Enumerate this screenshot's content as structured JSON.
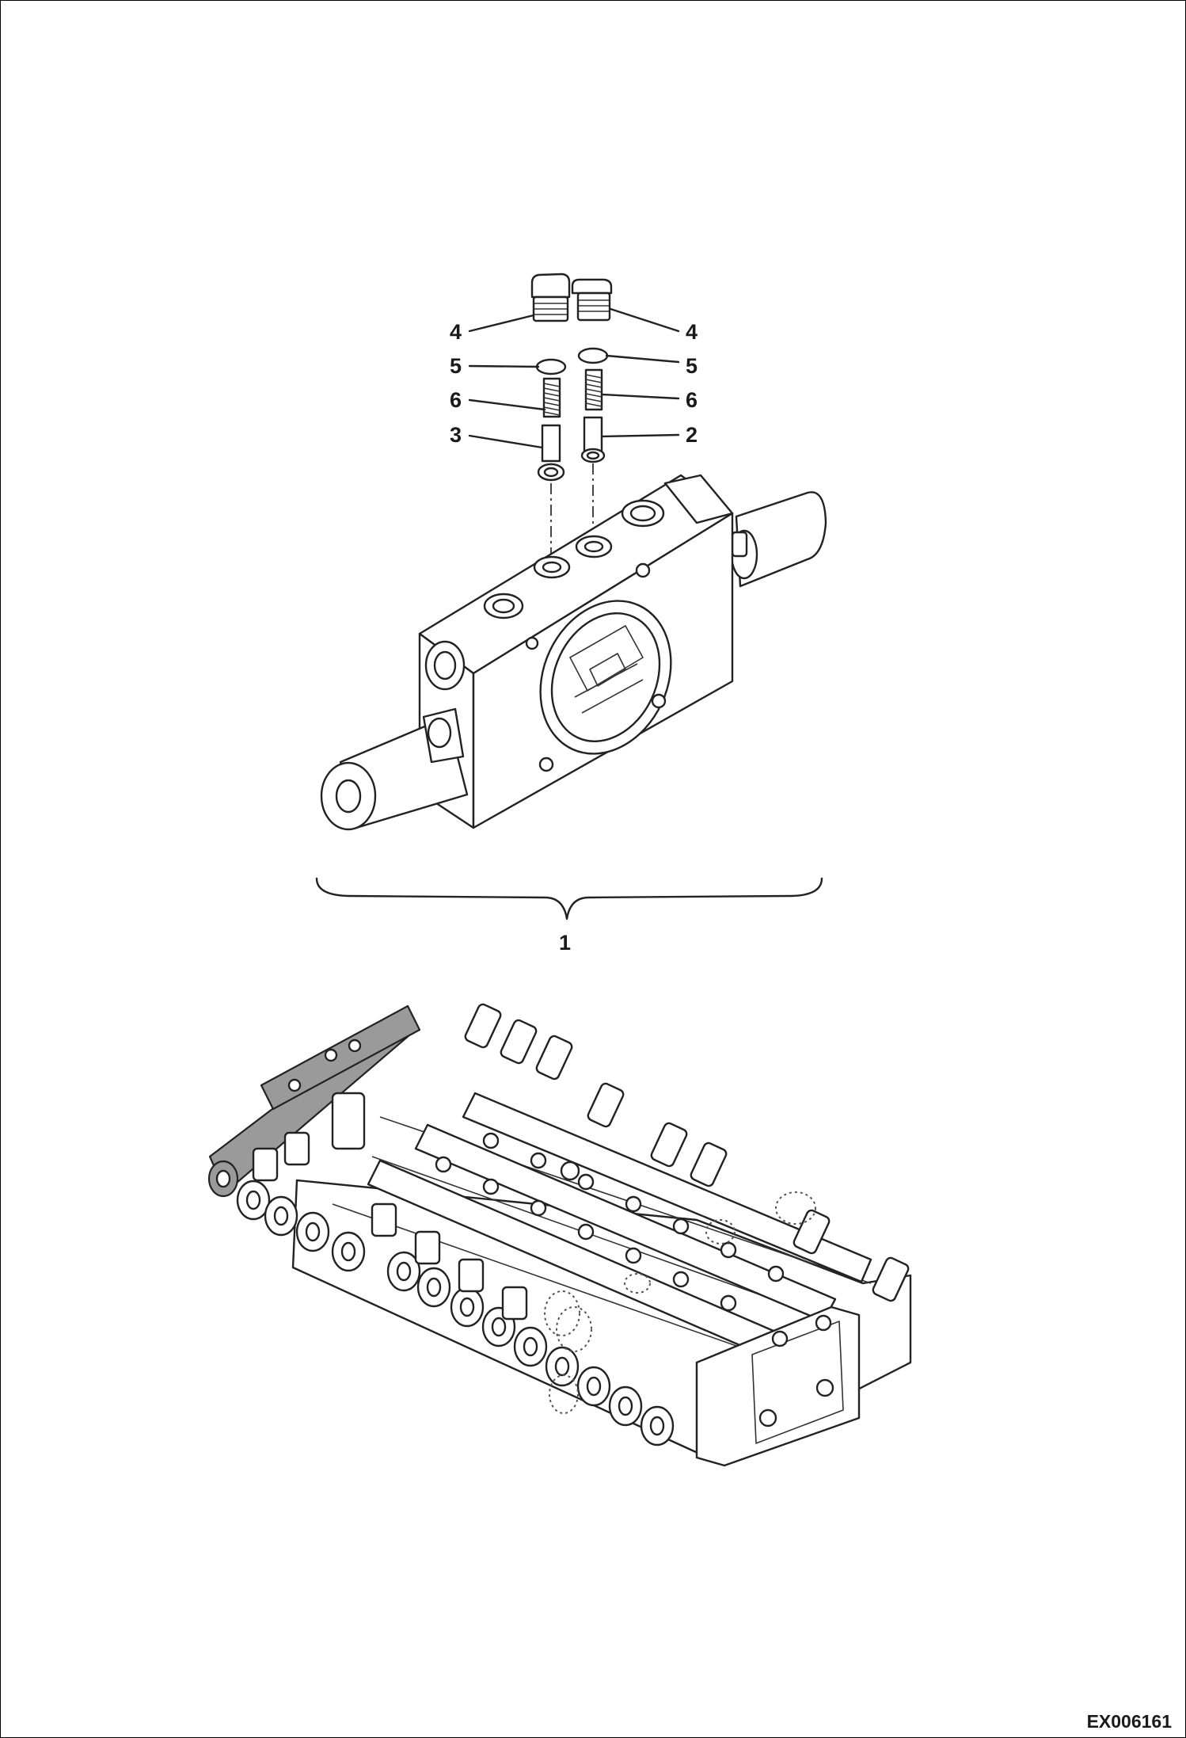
{
  "callouts": {
    "assembly": "1",
    "left_plug": "4",
    "right_plug": "4",
    "left_oring": "5",
    "right_oring": "5",
    "left_spring": "6",
    "right_spring": "6",
    "left_poppet": "3",
    "right_poppet": "2"
  },
  "drawing_code": "EX006161",
  "icons": {
    "section_view": "valve-section-drawing",
    "assembly_view": "control-valve-assembly-drawing"
  }
}
